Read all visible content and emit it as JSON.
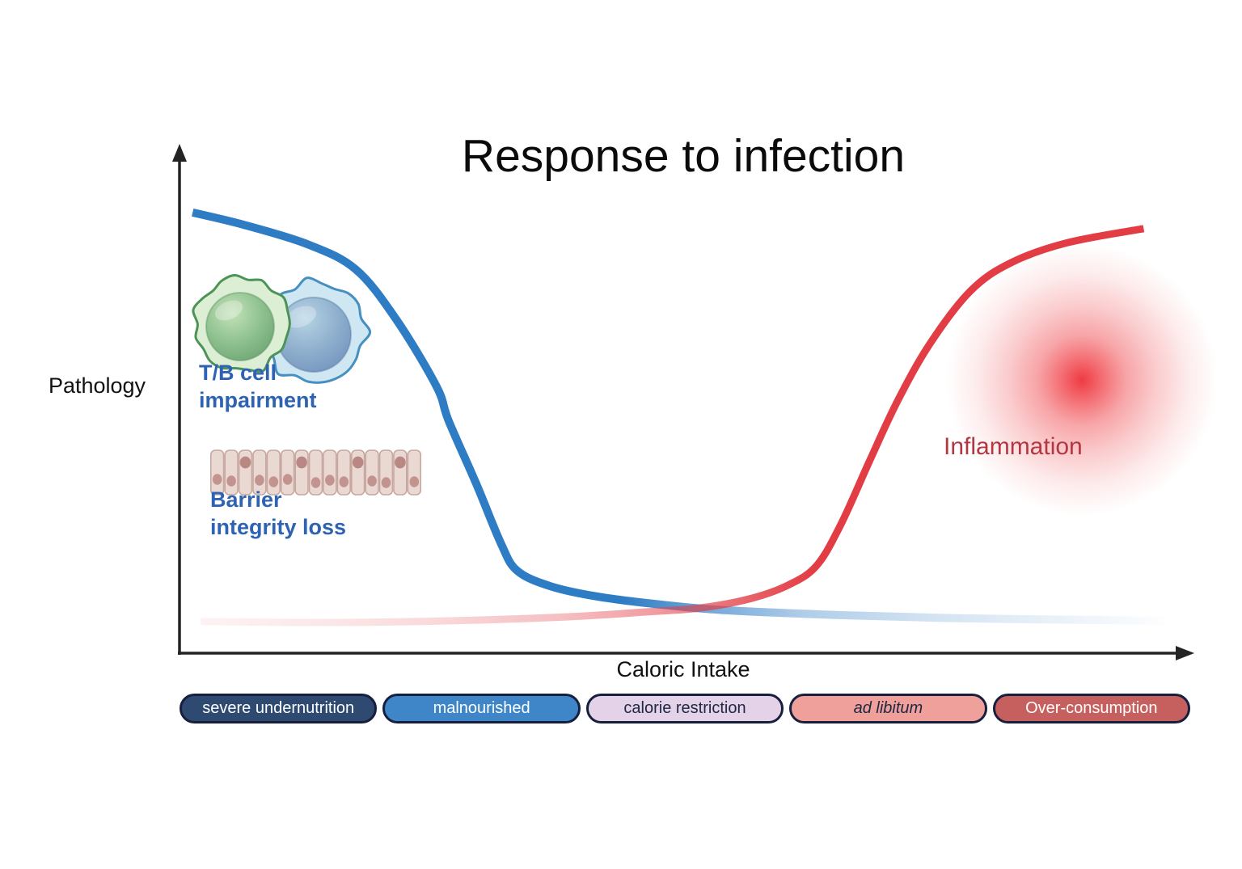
{
  "title": "Response to infection",
  "axes": {
    "y": "Pathology",
    "x": "Caloric Intake"
  },
  "annotations": {
    "tb_impairment": {
      "lines": [
        "T/B cell",
        "impairment"
      ]
    },
    "barrier_loss": {
      "lines": [
        "Barrier",
        "integrity loss"
      ]
    },
    "inflammation": "Inflammation"
  },
  "categories": [
    {
      "label": "severe undernutrition",
      "fill": "#2e4a70",
      "text": "#ffffff",
      "italic": false
    },
    {
      "label": "malnourished",
      "fill": "#3f86c8",
      "text": "#ffffff",
      "italic": false
    },
    {
      "label": "calorie restriction",
      "fill": "#e4d2e9",
      "text": "#1e2742",
      "italic": false
    },
    {
      "label": "ad libitum",
      "fill": "#f0a09b",
      "text": "#1e2742",
      "italic": true
    },
    {
      "label": "Over-consumption",
      "fill": "#c6605e",
      "text": "#ffffff",
      "italic": false
    }
  ],
  "colors": {
    "curve_blue": "#2e7cc4",
    "curve_red": "#e23c44",
    "annotation_blue": "#2e63b4",
    "inflammation_text": "#b23742",
    "axis": "#242424",
    "pill_border": "#161f3e"
  },
  "chart_data": {
    "type": "line",
    "title": "Response to infection",
    "xlabel": "Caloric Intake",
    "ylabel": "Pathology",
    "x_axis": {
      "min": 0,
      "max": 100,
      "ticks": [],
      "note": "relative caloric intake, no numeric ticks"
    },
    "y_axis": {
      "min": 0,
      "max": 100,
      "ticks": [],
      "note": "relative pathology, no numeric ticks"
    },
    "grid": false,
    "legend": "none (curves labeled by in-plot annotations)",
    "x_bands": [
      "severe undernutrition",
      "malnourished",
      "calorie restriction",
      "ad libitum",
      "Over-consumption"
    ],
    "series": [
      {
        "name": "T/B cell impairment / barrier integrity loss",
        "color": "#2e7cc4",
        "fade": "fades to transparent at high caloric intake",
        "points": [
          [
            1.3,
            87.5
          ],
          [
            6.3,
            85.1
          ],
          [
            12.7,
            81.2
          ],
          [
            17.5,
            76.2
          ],
          [
            21.5,
            66.3
          ],
          [
            25.5,
            53.0
          ],
          [
            26.7,
            46.2
          ],
          [
            29.5,
            33.4
          ],
          [
            31.9,
            21.8
          ],
          [
            33.5,
            16.4
          ],
          [
            36.8,
            13.3
          ],
          [
            41.6,
            11.2
          ],
          [
            48.0,
            9.6
          ],
          [
            54.4,
            8.5
          ],
          [
            66.5,
            7.5
          ],
          [
            78.5,
            6.9
          ],
          [
            90.5,
            6.6
          ],
          [
            97.8,
            6.4
          ]
        ]
      },
      {
        "name": "Inflammation",
        "color": "#e23c44",
        "fade": "fades to transparent at low caloric intake",
        "points": [
          [
            2.1,
            6.3
          ],
          [
            14.3,
            6.1
          ],
          [
            26.3,
            6.4
          ],
          [
            38.4,
            7.2
          ],
          [
            46.4,
            8.2
          ],
          [
            51.8,
            9.0
          ],
          [
            56.8,
            10.9
          ],
          [
            60.4,
            13.5
          ],
          [
            63.2,
            17.3
          ],
          [
            65.6,
            25.4
          ],
          [
            68.5,
            38.2
          ],
          [
            71.3,
            50.2
          ],
          [
            74.5,
            61.5
          ],
          [
            78.5,
            71.9
          ],
          [
            82.5,
            77.5
          ],
          [
            88.1,
            81.5
          ],
          [
            95.7,
            84.3
          ]
        ]
      }
    ]
  }
}
